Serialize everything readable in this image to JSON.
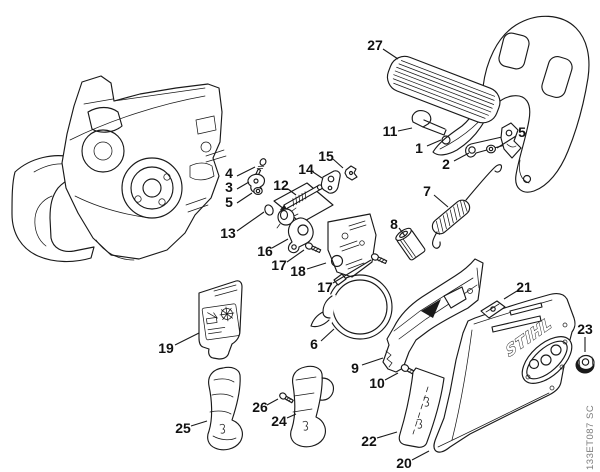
{
  "figure": {
    "brand_text": "STIHL",
    "drawing_id": "133ET087 SC"
  },
  "colors": {
    "line": "#1a1a1a",
    "background": "#ffffff",
    "drawing_id_text": "#7a7a7a"
  },
  "callouts": [
    {
      "id": "27",
      "label": "27"
    },
    {
      "id": "11",
      "label": "11"
    },
    {
      "id": "1",
      "label": "1"
    },
    {
      "id": "2",
      "label": "2"
    },
    {
      "id": "5-top",
      "label": "5"
    },
    {
      "id": "7",
      "label": "7"
    },
    {
      "id": "4",
      "label": "4"
    },
    {
      "id": "14",
      "label": "14"
    },
    {
      "id": "15",
      "label": "15"
    },
    {
      "id": "3",
      "label": "3"
    },
    {
      "id": "5-mid",
      "label": "5"
    },
    {
      "id": "12",
      "label": "12"
    },
    {
      "id": "13",
      "label": "13"
    },
    {
      "id": "16",
      "label": "16"
    },
    {
      "id": "17-left",
      "label": "17"
    },
    {
      "id": "18",
      "label": "18"
    },
    {
      "id": "17-right",
      "label": "17"
    },
    {
      "id": "8",
      "label": "8"
    },
    {
      "id": "21",
      "label": "21"
    },
    {
      "id": "23",
      "label": "23"
    },
    {
      "id": "6",
      "label": "6"
    },
    {
      "id": "19",
      "label": "19"
    },
    {
      "id": "9",
      "label": "9"
    },
    {
      "id": "10",
      "label": "10"
    },
    {
      "id": "26",
      "label": "26"
    },
    {
      "id": "25",
      "label": "25"
    },
    {
      "id": "24",
      "label": "24"
    },
    {
      "id": "22",
      "label": "22"
    },
    {
      "id": "20",
      "label": "20"
    }
  ]
}
